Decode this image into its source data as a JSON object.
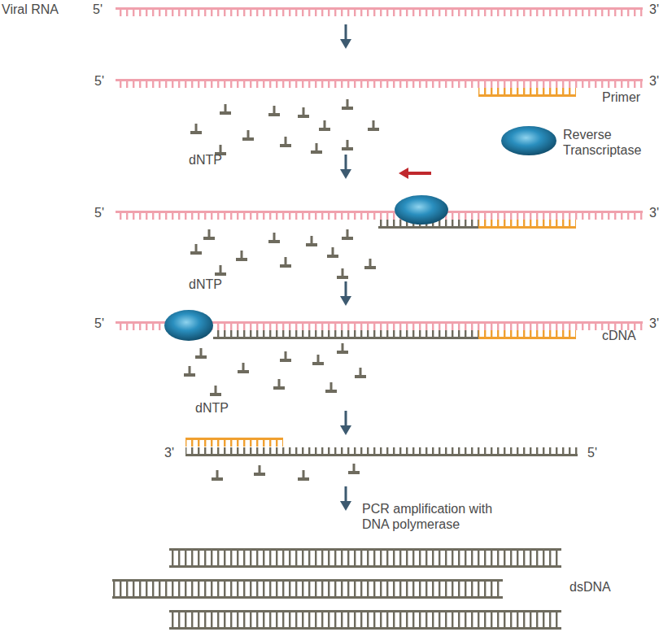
{
  "diagram": {
    "labels": [
      "Viral RNA",
      "5'",
      "3'",
      "5'",
      "3'",
      "Primer",
      "Reverse Transcriptase",
      "dNTP",
      "5'",
      "3'",
      "dNTP",
      "5'",
      "3'",
      "cDNA",
      "dNTP",
      "3'",
      "5'",
      "PCR amplification with DNA polymerase",
      "dsDNA"
    ]
  }
}
